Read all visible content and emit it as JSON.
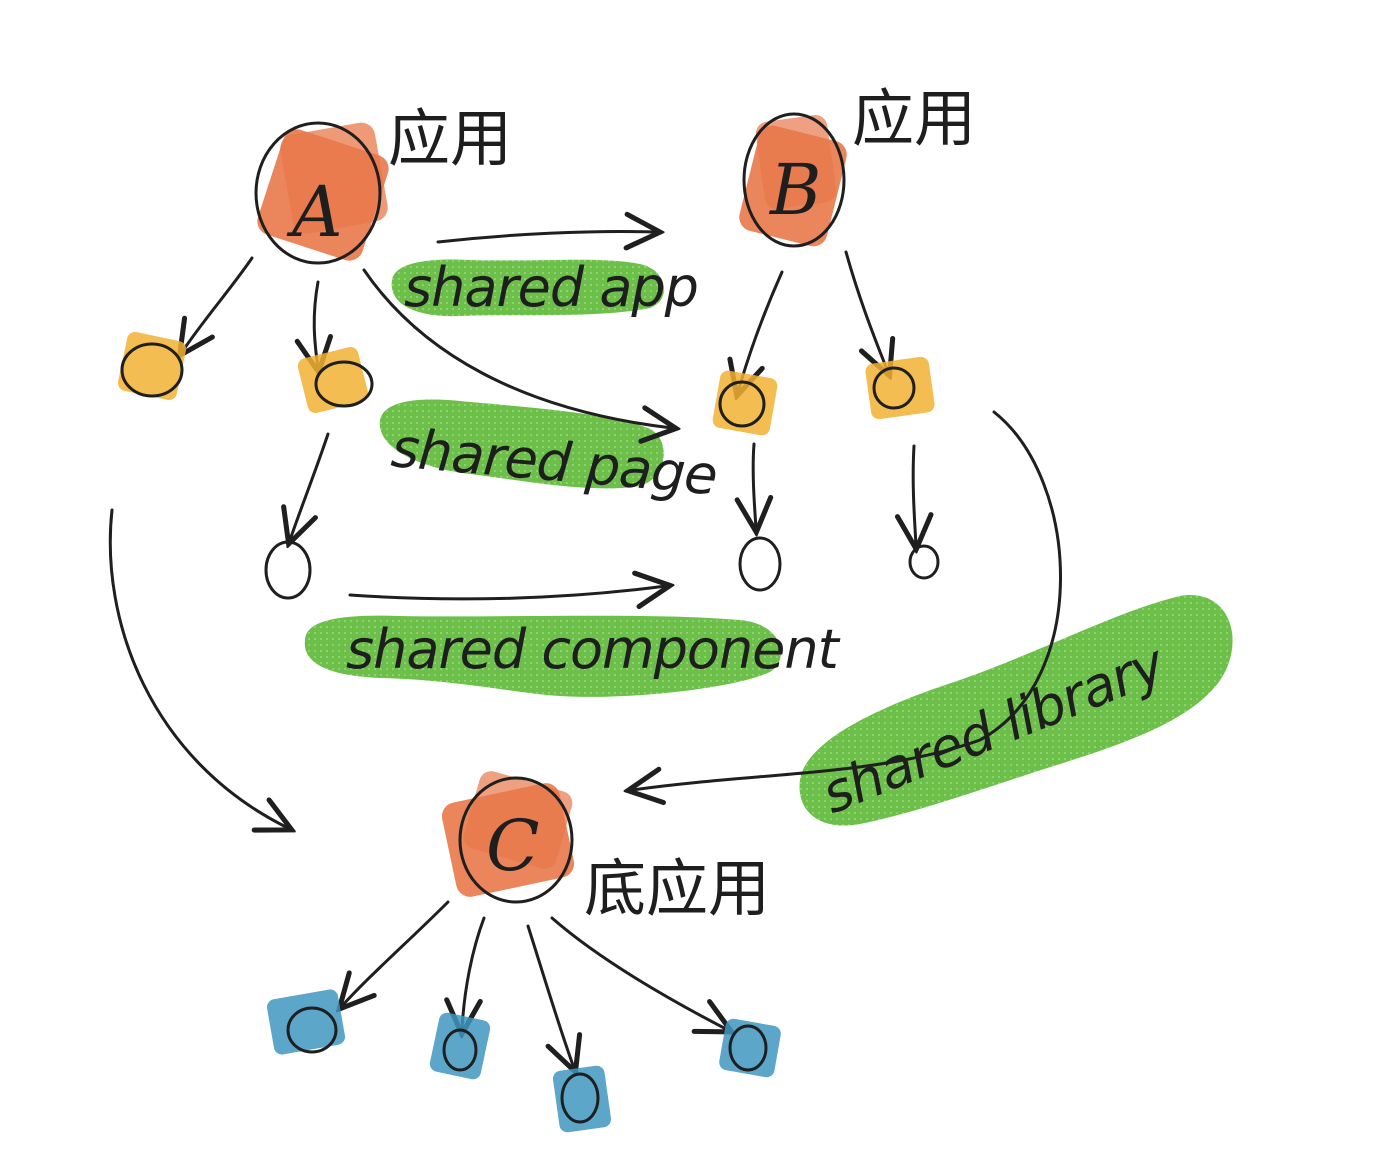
{
  "nodes": {
    "a": {
      "letter": "A",
      "caption": "应用"
    },
    "b": {
      "letter": "B",
      "caption": "应用"
    },
    "c": {
      "letter": "C",
      "caption": "底应用"
    }
  },
  "edges": {
    "shared_app": "shared app",
    "shared_page": "shared page",
    "shared_component": "shared component",
    "shared_library": "shared library"
  },
  "colors": {
    "app_node": "#e8784a",
    "page_node": "#f2b233",
    "component_node": "#ffffff",
    "leaf_node": "#3f97bf",
    "highlight": "#6cc04a"
  }
}
